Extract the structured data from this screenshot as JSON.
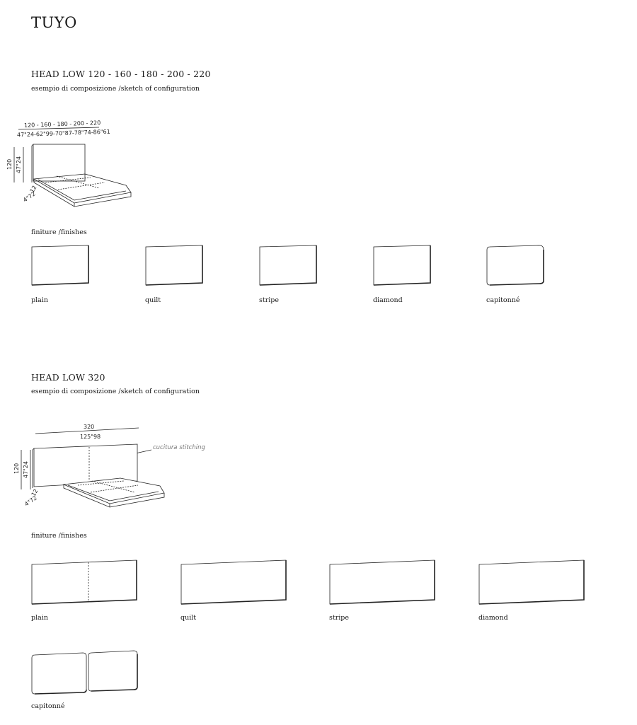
{
  "title": "TUYO",
  "section1": {
    "heading": "HEAD LOW 120 - 160 - 180 - 200 - 220",
    "subtitle": "esempio di composizione /sketch of configuration",
    "dims": {
      "width_cm": "120 - 160 - 180 - 200 - 220",
      "width_in": "47\"24-62\"99-70\"87-78\"74-86\"61",
      "height_cm": "120",
      "height_in": "47\"24",
      "depth_cm": "12",
      "depth_in": "4\"72"
    },
    "finishes_label": "finiture /finishes",
    "finishes": [
      "plain",
      "quilt",
      "stripe",
      "diamond",
      "capitonné"
    ]
  },
  "section2": {
    "heading": "HEAD LOW 320",
    "subtitle": "esempio di composizione /sketch of configuration",
    "dims": {
      "width_cm": "320",
      "width_in": "125\"98",
      "height_cm": "120",
      "height_in": "47\"24",
      "depth_cm": "12",
      "depth_in": "4\"72"
    },
    "stitching_label": "cucitura stitching",
    "finishes_label": "finiture /finishes",
    "finishes": [
      "plain",
      "quilt",
      "stripe",
      "diamond",
      "capitonné"
    ]
  }
}
